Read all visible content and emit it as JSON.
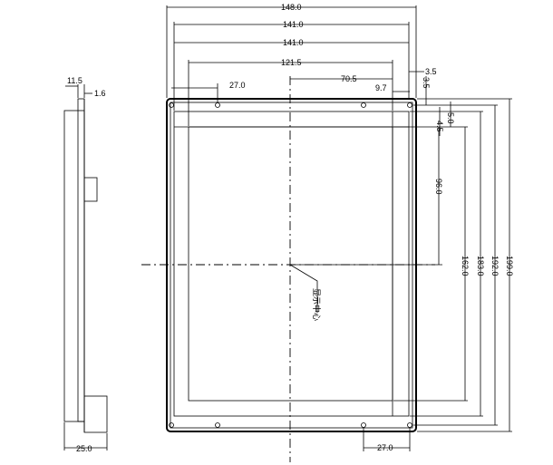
{
  "dimensions": {
    "overall_width": "148.0",
    "bezel_width_top": "141.0",
    "bezel_width_inner": "141.0",
    "active_width": "121.5",
    "center_offset_x": "70.5",
    "hole_spacing_top": "27.0",
    "hole_spacing_bottom": "27.0",
    "right_offset": "3.5",
    "hole_inset_x": "9.7",
    "top_offset_small": "3.5",
    "top_offset_5": "5.0",
    "top_offset_4_5": "4.5",
    "center_offset_y": "96.0",
    "active_height": "162.0",
    "bezel_height": "183.0",
    "mid_height": "192.0",
    "overall_height": "199.0",
    "side_thickness": "11.5",
    "side_lip": "1.6",
    "side_depth": "25.0"
  },
  "annotation": {
    "center_label": "显示中心"
  }
}
